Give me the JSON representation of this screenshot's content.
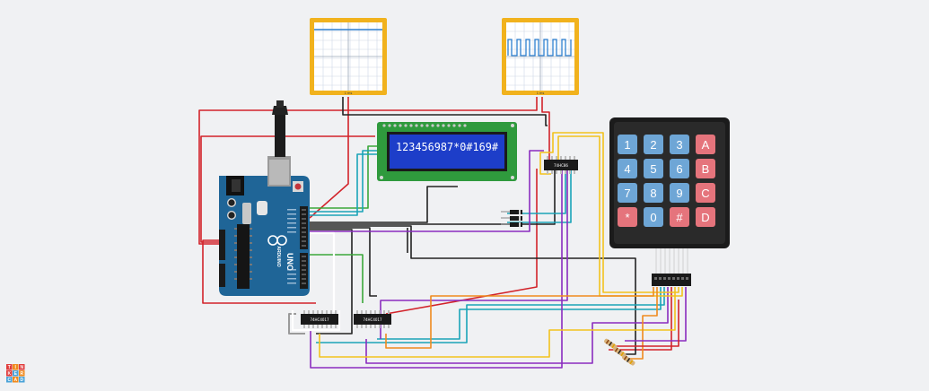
{
  "app": {
    "logo_letters": [
      "TIN",
      "KER",
      "CAD"
    ]
  },
  "lcd": {
    "text": "123456987*0#169#"
  },
  "keypad": {
    "keys": [
      {
        "label": "1",
        "type": "num"
      },
      {
        "label": "2",
        "type": "num"
      },
      {
        "label": "3",
        "type": "num"
      },
      {
        "label": "A",
        "type": "letter"
      },
      {
        "label": "4",
        "type": "num"
      },
      {
        "label": "5",
        "type": "num"
      },
      {
        "label": "6",
        "type": "num"
      },
      {
        "label": "B",
        "type": "letter"
      },
      {
        "label": "7",
        "type": "num"
      },
      {
        "label": "8",
        "type": "num"
      },
      {
        "label": "9",
        "type": "num"
      },
      {
        "label": "C",
        "type": "letter"
      },
      {
        "label": "*",
        "type": "sym"
      },
      {
        "label": "0",
        "type": "num"
      },
      {
        "label": "#",
        "type": "sym"
      },
      {
        "label": "D",
        "type": "letter"
      }
    ]
  },
  "chips": {
    "top": "74HC86",
    "left": "74HC4017",
    "right": "74HC4017"
  },
  "arduino": {
    "brand": "ARDUINO",
    "model": "UNO"
  },
  "oscilloscopes": {
    "left_caption": "1 ms",
    "right_caption": "1 ms"
  },
  "colors": {
    "lcd_back": "#1d3ec9",
    "lcd_board": "#2f9a3d",
    "arduino": "#1f6597",
    "scope_frame": "#f1b21d",
    "key_blue": "#6ea6d6",
    "key_red": "#e5747c",
    "wire_red": "#d2232a",
    "wire_black": "#222222"
  }
}
